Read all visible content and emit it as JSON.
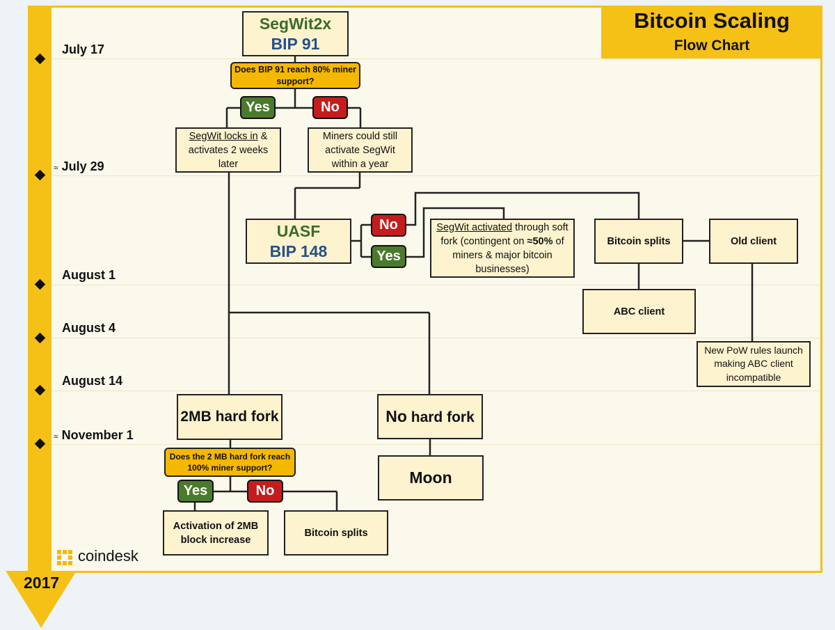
{
  "title": {
    "main": "Bitcoin Scaling",
    "sub": "Flow Chart"
  },
  "year": "2017",
  "dates": {
    "d1": "July 17",
    "d2_prefix": "≈",
    "d2": "July 29",
    "d3": "August 1",
    "d4": "August 4",
    "d5": "August 14",
    "d6_prefix": "≈",
    "d6": "November 1"
  },
  "nodes": {
    "segwit2x_title": "SegWit2x",
    "segwit2x_bip": "BIP 91",
    "q1": "Does BIP 91 reach 80% miner support?",
    "segwit_locks_underline": "SegWit locks in",
    "segwit_locks_rest": " & activates 2 weeks later",
    "miners_still": "Miners could still activate SegWit within a year",
    "uasf_title": "UASF",
    "uasf_bip": "BIP 148",
    "segwit_soft_underline": "SegWit activated",
    "segwit_soft_1": " through soft fork (contingent on ",
    "segwit_soft_bold": "≈50%",
    "segwit_soft_2": " of miners & major bitcoin businesses)",
    "bitcoin_splits_top": "Bitcoin splits",
    "old_client": "Old client",
    "abc_client": "ABC client",
    "new_pow": "New PoW rules launch making ABC client incompatible",
    "hard_fork_2mb": "2MB hard fork",
    "no_hard_fork_bold": "No",
    "no_hard_fork_rest": " hard fork",
    "q2": "Does the 2 MB hard fork reach 100% miner support?",
    "moon": "Moon",
    "activation": "Activation of 2MB block increase",
    "bitcoin_splits_bottom": "Bitcoin splits"
  },
  "labels": {
    "yes": "Yes",
    "no": "No"
  },
  "logo": "coindesk",
  "colors": {
    "timeline": "#f5c117",
    "panel": "#fbf8ec",
    "box_fill": "#fdf3cf",
    "question_fill": "#f5b800",
    "yes": "#4b7a2c",
    "no": "#c51d1d",
    "segwit_green": "#3d6a2a",
    "bip_blue": "#265189"
  }
}
